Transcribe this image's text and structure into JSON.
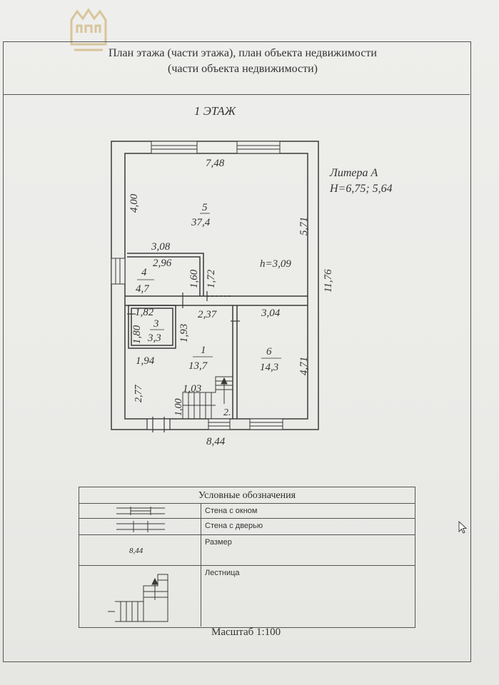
{
  "document": {
    "title_line1": "План этажа (части этажа), план объекта недвижимости",
    "title_line2": "(части объекта недвижимости)",
    "floor_label": "1 ЭТАЖ",
    "litera_line1": "Литера А",
    "litera_line2": "Н=6,75; 5,64"
  },
  "plan": {
    "rooms": [
      {
        "number": "5",
        "area": "37,4"
      },
      {
        "number": "4",
        "area": "4,7"
      },
      {
        "number": "3",
        "area": "3,3"
      },
      {
        "number": "1",
        "area": "13,7"
      },
      {
        "number": "6",
        "area": "14,3"
      }
    ],
    "ceiling_height": "h=3,09",
    "dimensions": {
      "top_width": "7,48",
      "left_upper": "4,00",
      "right_room5": "5,71",
      "total_height": "11,76",
      "corridor_width": "3,08",
      "room4_width": "2,96",
      "room4_h1": "1,60",
      "room4_h2": "1,72",
      "room3_width": "1,82",
      "room3_h1": "1,80",
      "room3_h2": "1,93",
      "room1_top": "2,37",
      "room6_top": "3,04",
      "room6_height": "4,71",
      "room1_left_bottom": "1,94",
      "left_lower": "2,77",
      "stair_width": "1,03",
      "stair_height": "1,00",
      "bottom_width": "8,44",
      "stair_label": "2."
    }
  },
  "legend": {
    "header": "Условные обозначения",
    "rows": [
      {
        "symbol": "window-wall-icon",
        "text": "Стена с окном"
      },
      {
        "symbol": "door-wall-icon",
        "text": "Стена с дверью"
      },
      {
        "symbol_text": "8,44",
        "text": "Размер"
      },
      {
        "symbol": "stairs-icon",
        "text": "Лестница"
      }
    ]
  },
  "scale": "Масштаб 1:100",
  "colors": {
    "line": "#3a3a3a",
    "paper": "#eeeeec",
    "logo": "#c9a45a"
  }
}
